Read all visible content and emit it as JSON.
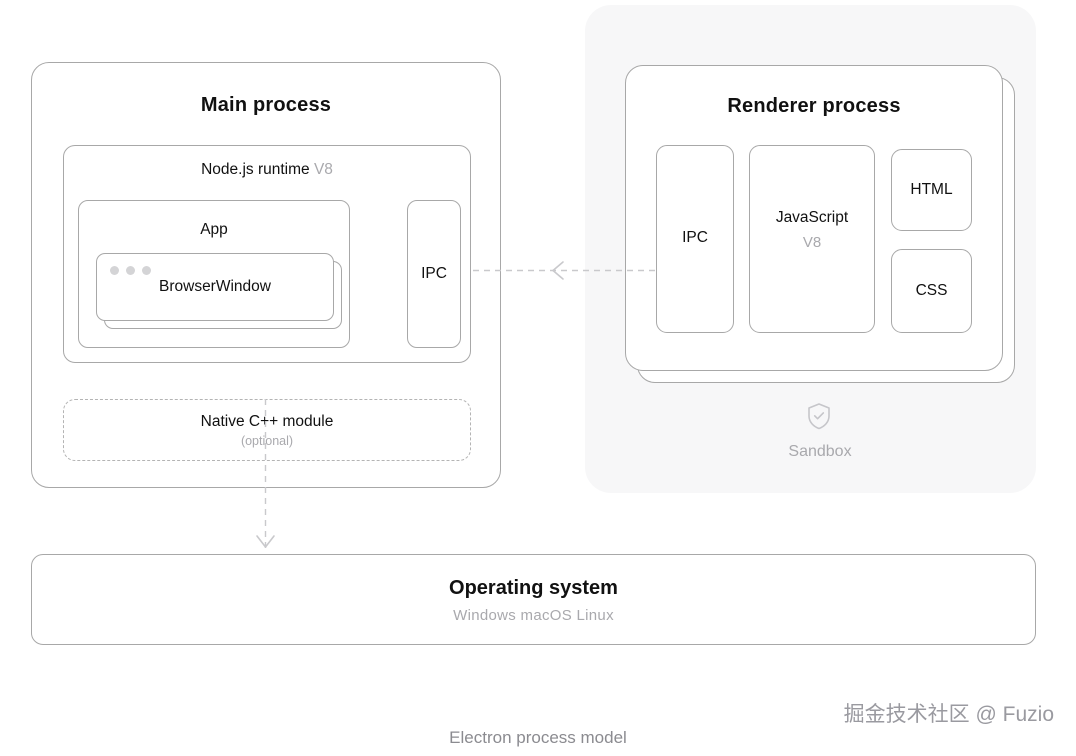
{
  "diagram": {
    "caption": "Electron process model",
    "watermark": "掘金技术社区 @ Fuzio",
    "colors": {
      "border": "#a8a8a8",
      "panel_bg": "#f7f7f8",
      "muted_text": "#a9a9ad",
      "text": "#111111",
      "connector": "#c9c9cc"
    }
  },
  "main_process": {
    "title": "Main process",
    "node_runtime": {
      "title": "Node.js runtime",
      "engine": "V8",
      "app": {
        "title": "App",
        "browser_window": {
          "title": "BrowserWindow",
          "traffic_lights": 3
        }
      },
      "ipc": {
        "title": "IPC"
      }
    },
    "native_module": {
      "title": "Native C++ module",
      "subtitle": "(optional)"
    }
  },
  "renderer_process": {
    "title": "Renderer process",
    "stacked": true,
    "boxes": {
      "ipc": {
        "title": "IPC"
      },
      "javascript": {
        "title": "JavaScript",
        "engine": "V8"
      },
      "html": {
        "title": "HTML"
      },
      "css": {
        "title": "CSS"
      }
    }
  },
  "sandbox": {
    "label": "Sandbox",
    "icon": "shield-check-icon"
  },
  "operating_system": {
    "title": "Operating system",
    "platforms": "Windows  macOS  Linux"
  }
}
